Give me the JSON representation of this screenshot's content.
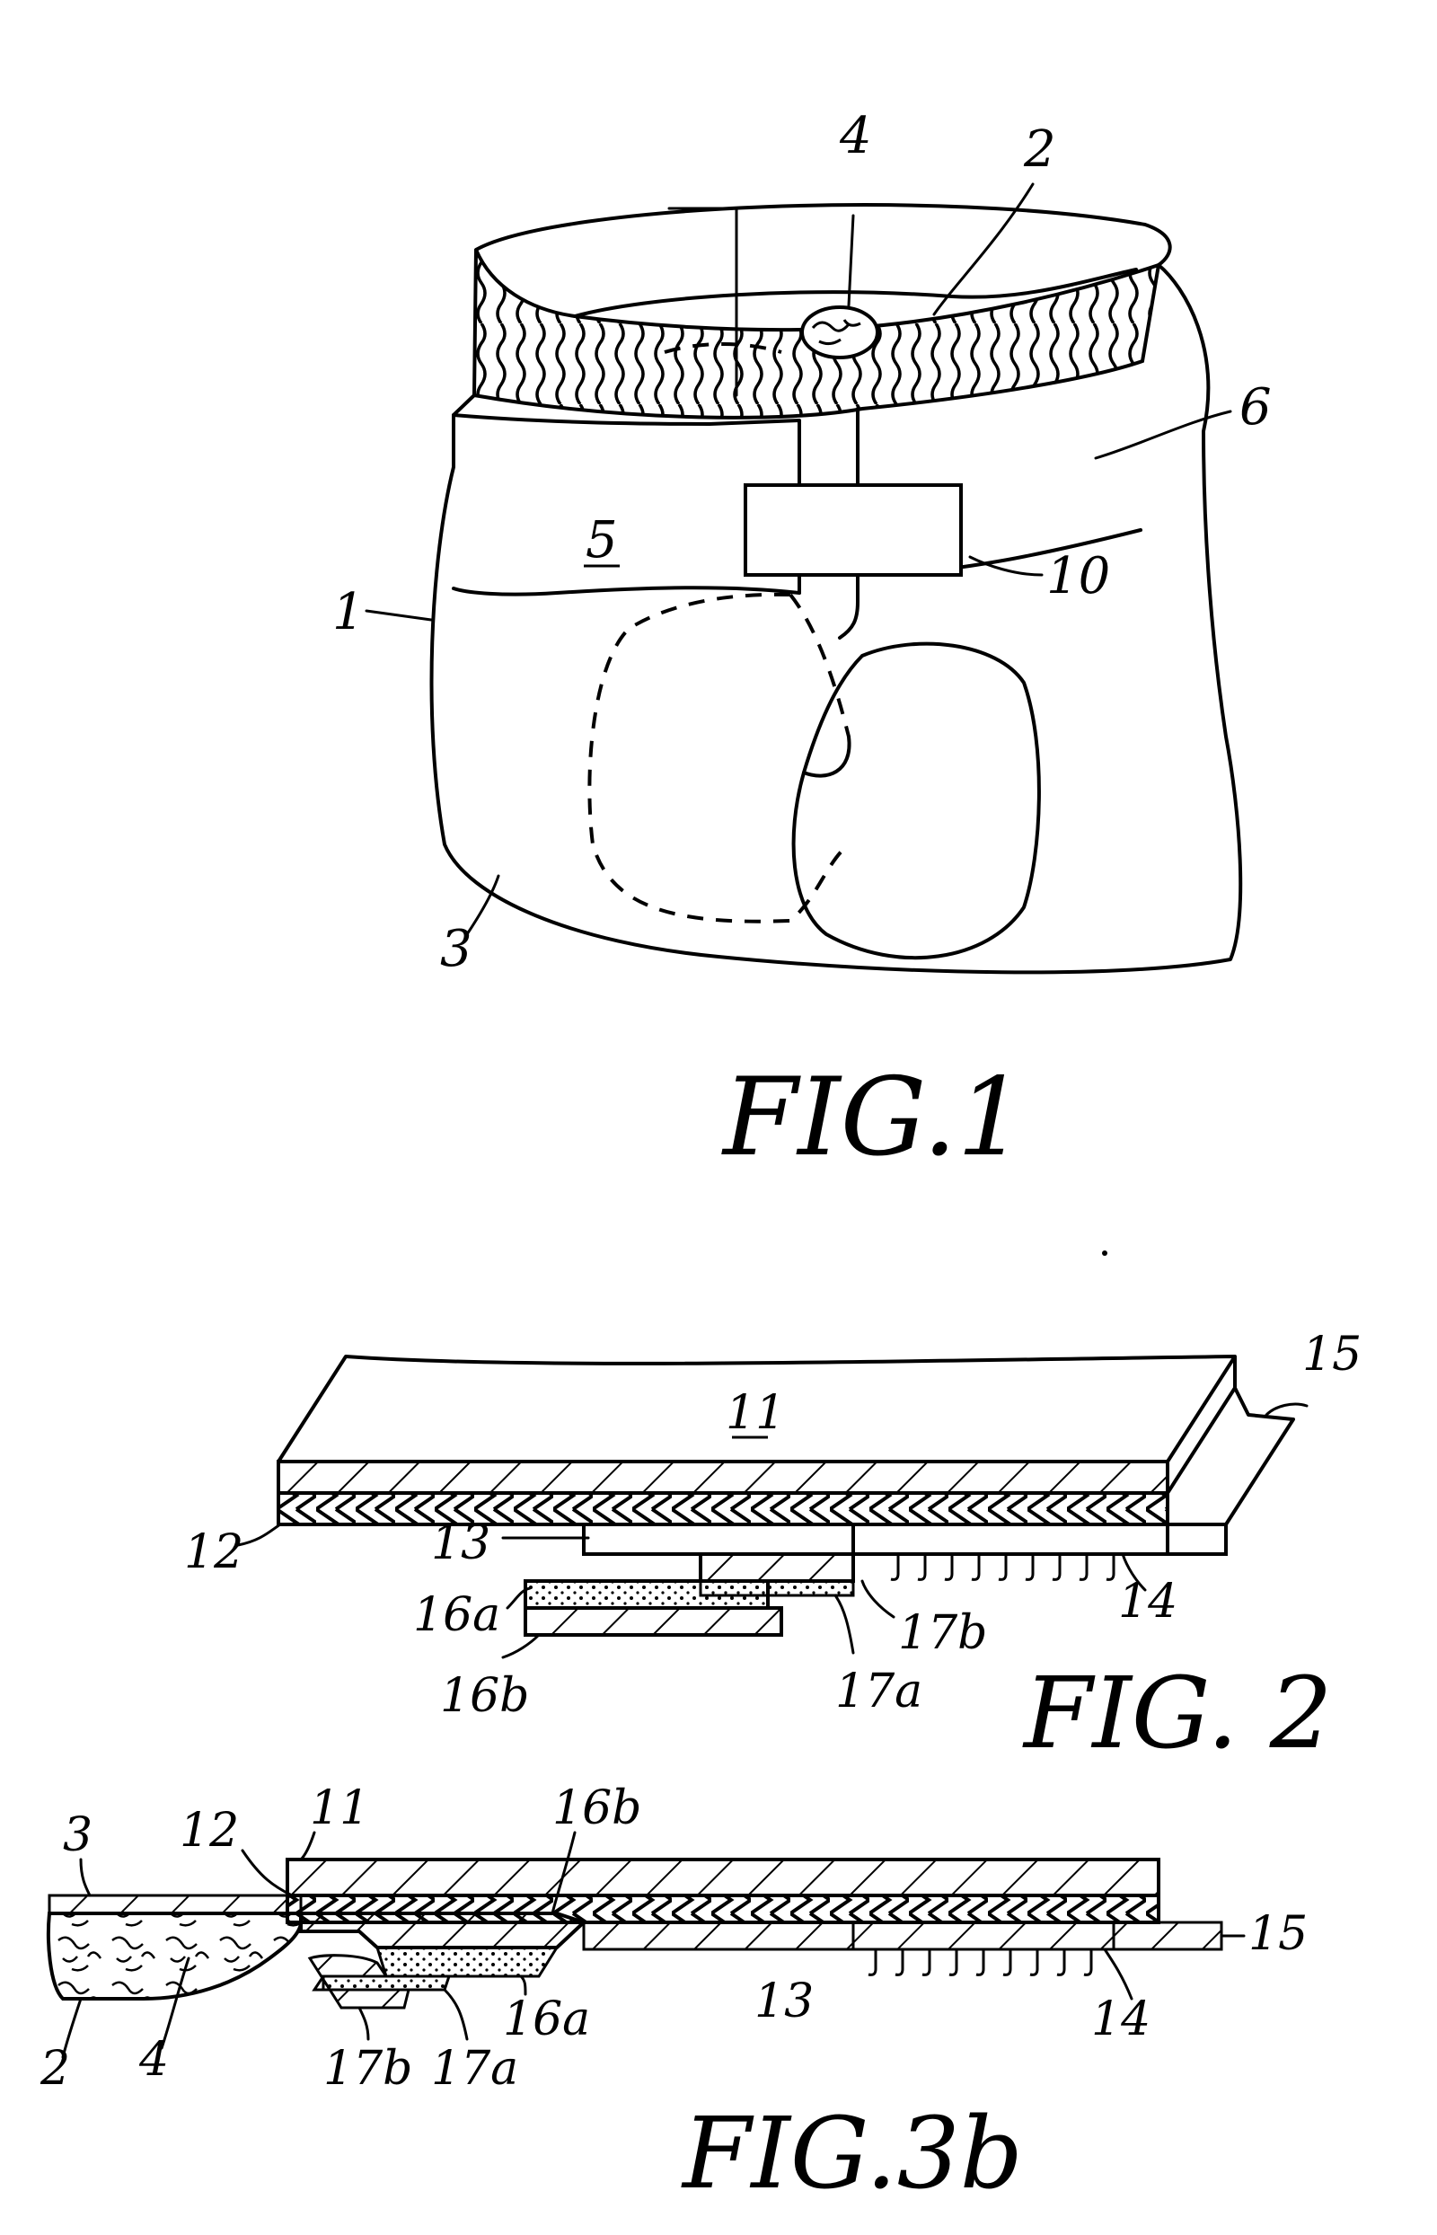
{
  "figures": [
    {
      "id": "fig1",
      "caption": "FIG.1",
      "labels": {
        "l1": "1",
        "l2": "2",
        "l3": "3",
        "l4": "4",
        "l5": "5",
        "l6": "6",
        "l10": "10"
      }
    },
    {
      "id": "fig2",
      "caption": "FIG. 2",
      "labels": {
        "l11": "11",
        "l12": "12",
        "l13": "13",
        "l14": "14",
        "l15": "15",
        "l16a": "16a",
        "l16b": "16b",
        "l17a": "17a",
        "l17b": "17b"
      }
    },
    {
      "id": "fig3b",
      "caption": "FIG.3b",
      "labels": {
        "l2": "2",
        "l3": "3",
        "l4": "4",
        "l11": "11",
        "l12": "12",
        "l13": "13",
        "l14": "14",
        "l15": "15",
        "l16a": "16a",
        "l16b": "16b",
        "l17a": "17a",
        "l17b": "17b"
      }
    }
  ]
}
